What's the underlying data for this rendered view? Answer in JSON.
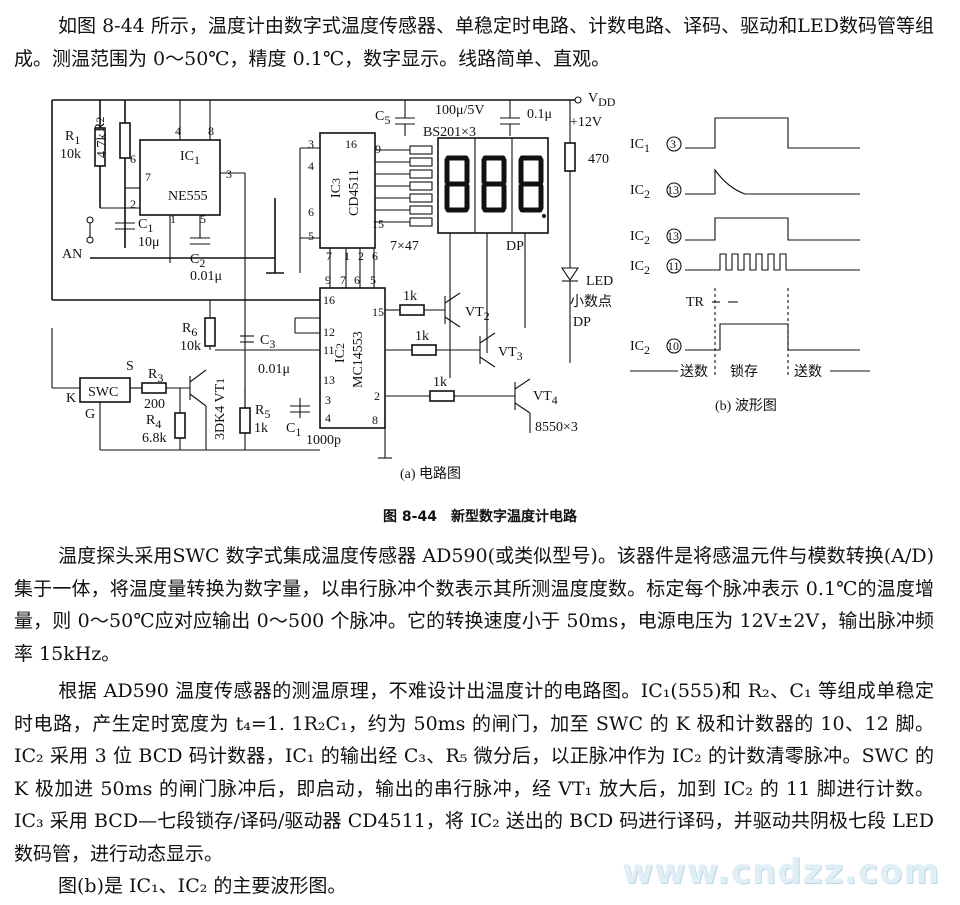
{
  "paragraphs": [
    "如图 8-44 所示，温度计由数字式温度传感器、单稳定时电路、计数电路、译码、驱动和LED数码管等组成。测温范围为 0～50℃，精度 0.1℃，数字显示。线路简单、直观。",
    "温度探头采用SWC 数字式集成温度传感器 AD590(或类似型号)。该器件是将感温元件与模数转换(A/D)集于一体，将温度量转换为数字量，以串行脉冲个数表示其所测温度度数。标定每个脉冲表示 0.1℃的温度增量，则 0～50℃应对应输出 0～500 个脉冲。它的转换速度小于 50ms，电源电压为 12V±2V，输出脉冲频率 15kHz。",
    "根据 AD590 温度传感器的测温原理，不难设计出温度计的电路图。IC₁(555)和 R₂、C₁ 等组成单稳定时电路，产生定时宽度为 t₄=1. 1R₂C₁，约为 50ms 的闸门，加至 SWC 的 K 极和计数器的 10、12 脚。IC₂ 采用 3 位 BCD 码计数器，IC₁ 的输出经 C₃、R₅ 微分后，以正脉冲作为 IC₂ 的计数清零脉冲。SWC 的 K 极加进 50ms 的闸门脉冲后，即启动，输出的串行脉冲，经 VT₁ 放大后，加到 IC₂ 的 11 脚进行计数。IC₃ 采用 BCD—七段锁存/译码/驱动器 CD4511，将 IC₂ 送出的 BCD 码进行译码，并驱动共阴极七段 LED 数码管，进行动态显示。",
    "图(b)是 IC₁、IC₂ 的主要波形图。"
  ],
  "figure": {
    "caption": "图 8-44　新型数字温度计电路",
    "sub_a": "(a) 电路图",
    "sub_b": "(b) 波形图",
    "circuit_labels": {
      "vdd": "V",
      "vdd_sub": "DD",
      "supply": "+12V",
      "c5": "C",
      "c5_sub": "5",
      "c5_val": "100μ/5V",
      "c_01": "0.1μ",
      "display": "BS201×3",
      "r470": "470",
      "r1": "R",
      "r1_sub": "1",
      "r1_val": "10k",
      "r2": "R",
      "r2_sub": "2",
      "r2_val": "4.7k",
      "ic1": "IC",
      "ic1_sub": "1",
      "ic1_type": "NE555",
      "c1": "C",
      "c1_sub": "1",
      "c1_val": "10μ",
      "c2": "C",
      "c2_sub": "2",
      "c2_val": "0.01μ",
      "an": "AN",
      "ic3": "IC",
      "ic3_sub": "3",
      "ic3_type": "CD4511",
      "resistors_7x47": "7×47",
      "dp": "DP",
      "led": "LED",
      "led_note1": "小数点",
      "led_note2": "DP",
      "r6": "R",
      "r6_sub": "6",
      "r6_val": "10k",
      "c3": "C",
      "c3_sub": "3",
      "c3_val": "0.01μ",
      "ic2": "IC",
      "ic2_sub": "2",
      "ic2_type": "MC14553",
      "r_1k": "1k",
      "vt2": "VT",
      "vt2_sub": "2",
      "vt3": "VT",
      "vt3_sub": "3",
      "vt4": "VT",
      "vt4_sub": "4",
      "q8550": "8550×3",
      "swc": "SWC",
      "s": "S",
      "k": "K",
      "g": "G",
      "r3": "R",
      "r3_sub": "3",
      "r3_val": "200",
      "r4": "R",
      "r4_sub": "4",
      "r4_val": "6.8k",
      "vt1": "3DK4 VT",
      "vt1_sub": "1",
      "r5": "R",
      "r5_sub": "5",
      "r5_val": "1k",
      "c_bottom": "C",
      "c_bottom_sub": "1",
      "c_bottom_val": "1000p"
    },
    "waveform_labels": {
      "row1": "IC",
      "row1_sub": "1",
      "row1_pin": "3",
      "row2": "IC",
      "row2_sub": "2",
      "row2_pin": "13",
      "row3": "IC",
      "row3_sub": "2",
      "row3_pin": "13",
      "row4": "IC",
      "row4_sub": "2",
      "row4_pin": "11",
      "row5": "IC",
      "row5_sub": "2",
      "row5_pin": "10",
      "tr": "TR",
      "seg_send1": "送数",
      "seg_latch": "锁存",
      "seg_send2": "送数"
    }
  },
  "watermark": "www.cndzz.com"
}
